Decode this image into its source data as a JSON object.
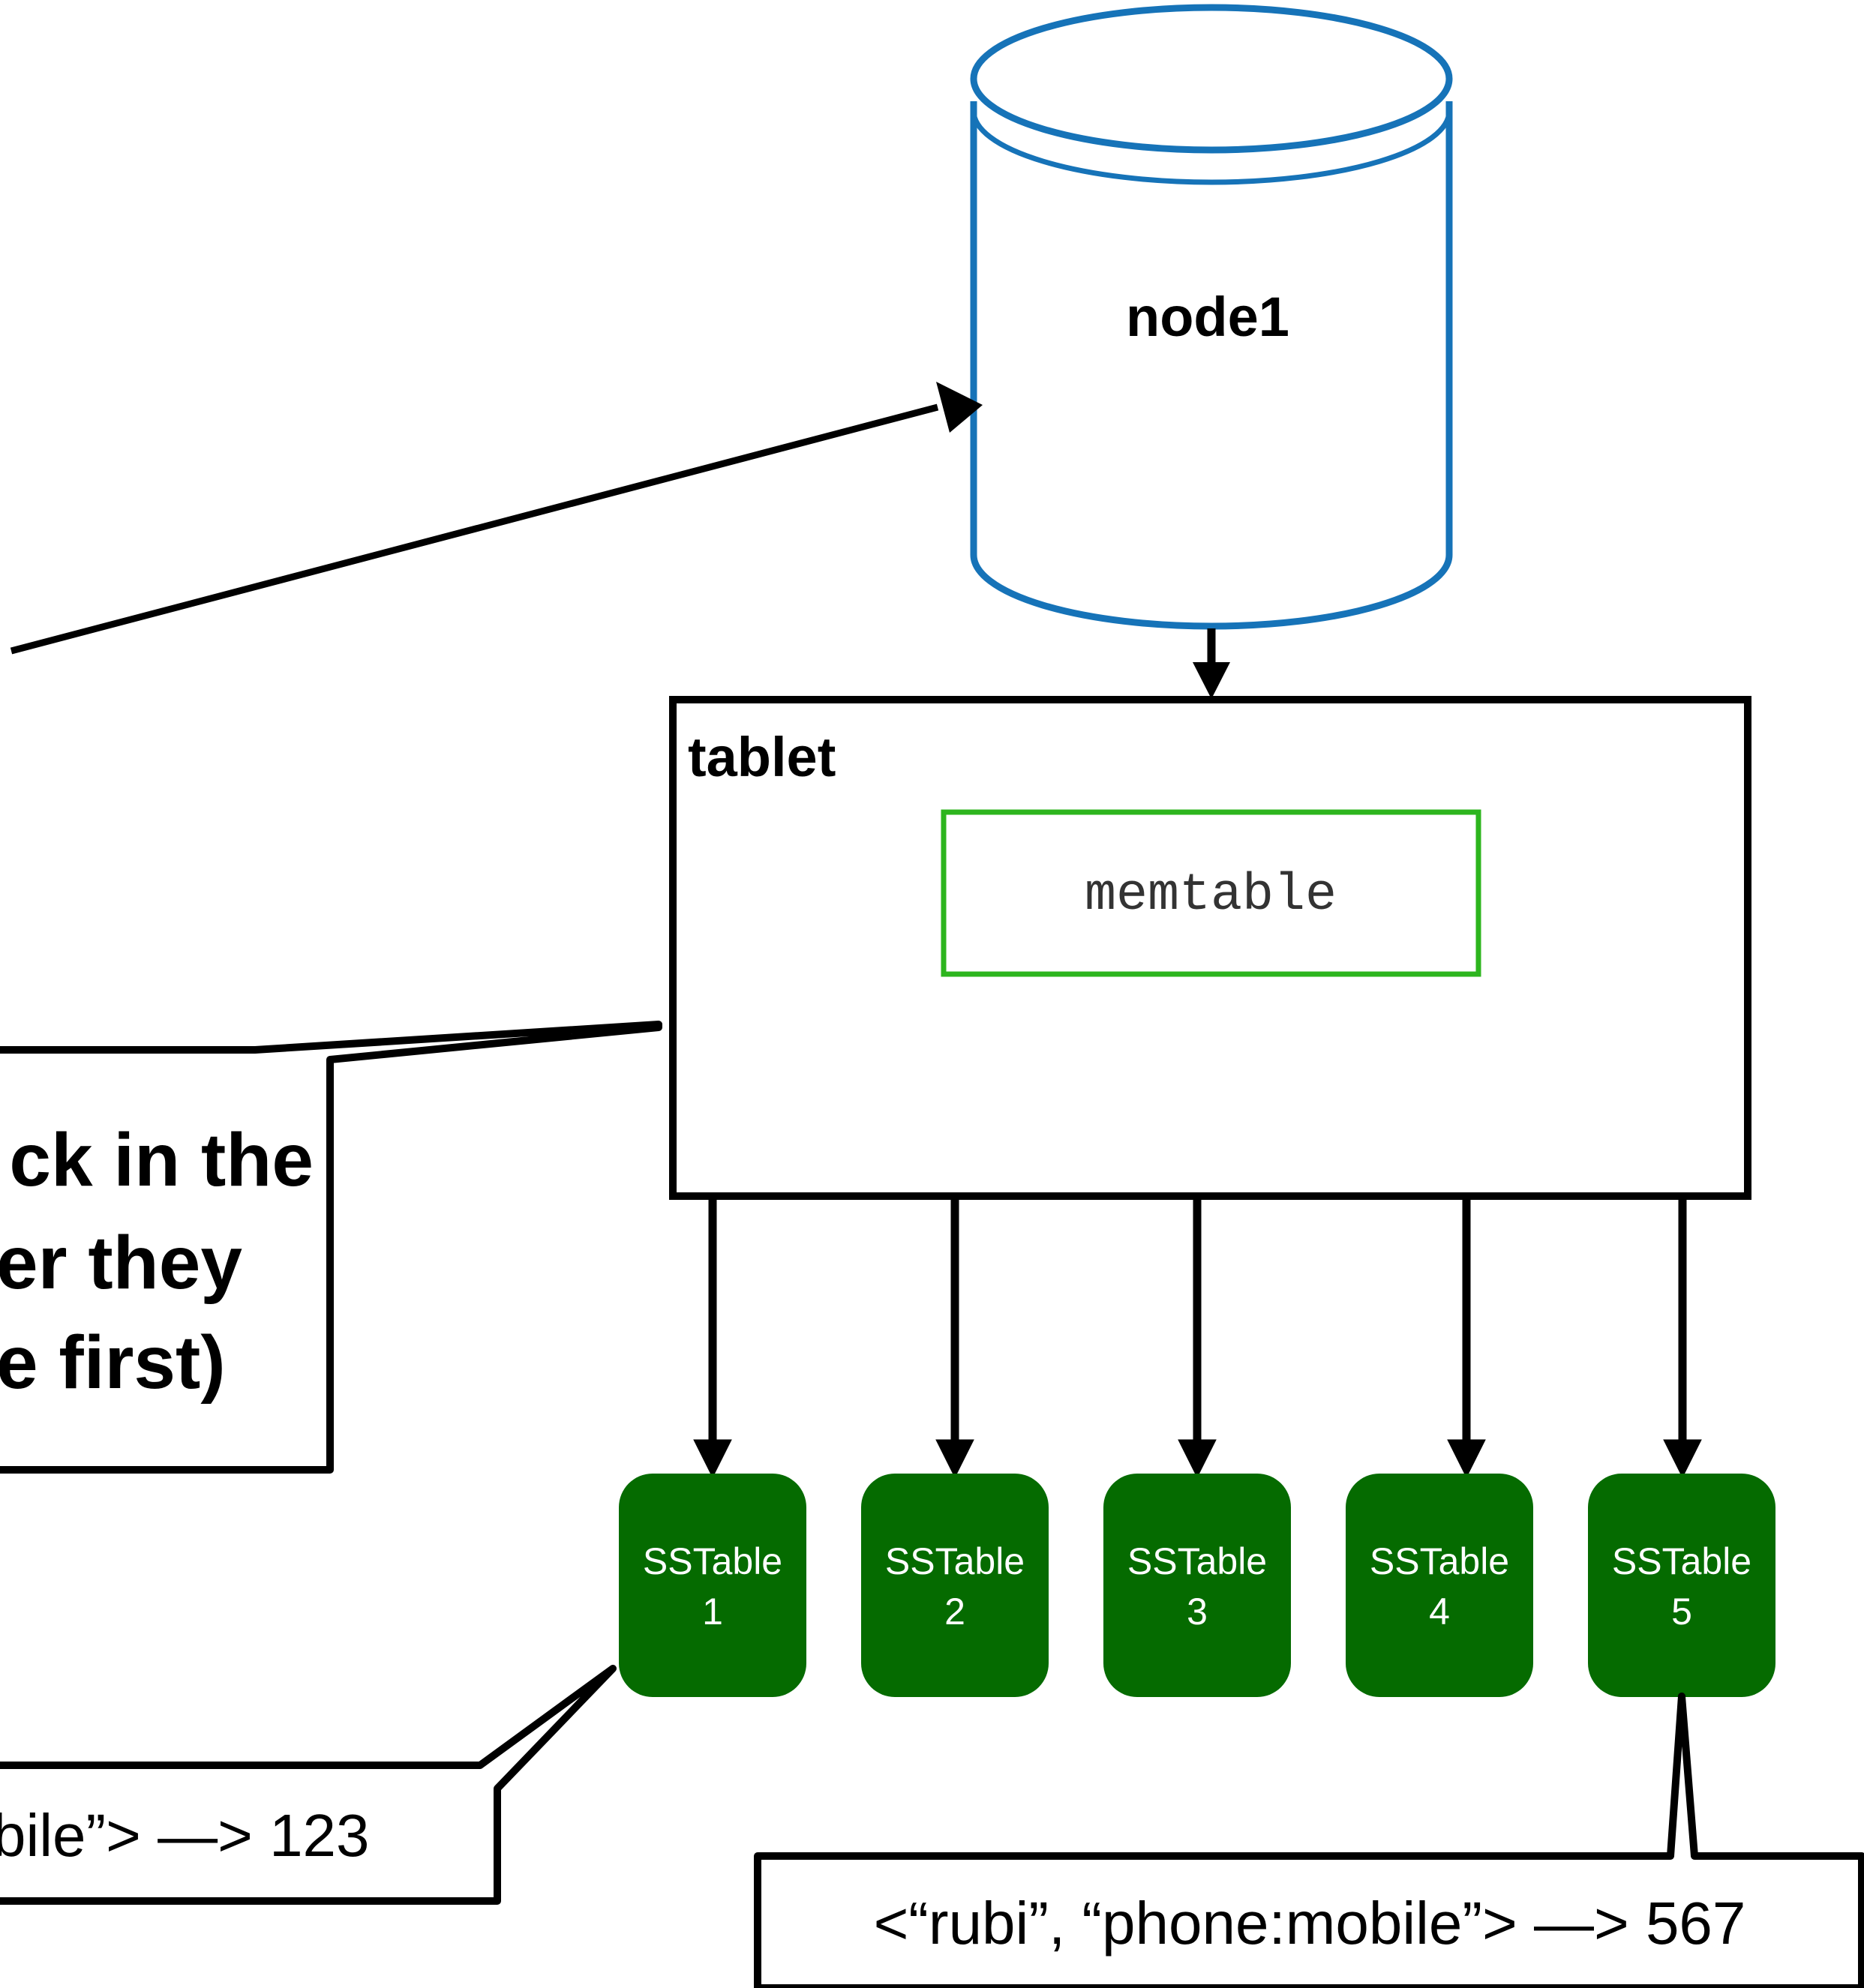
{
  "node": {
    "label": "node1"
  },
  "tablet": {
    "label": "tablet",
    "memtable_label": "memtable"
  },
  "sstables": [
    {
      "line1": "SSTable",
      "line2": "1"
    },
    {
      "line1": "SSTable",
      "line2": "2"
    },
    {
      "line1": "SSTable",
      "line2": "3"
    },
    {
      "line1": "SSTable",
      "line2": "4"
    },
    {
      "line1": "SSTable",
      "line2": "5"
    }
  ],
  "callouts": {
    "order_note": {
      "line1": "ck in the",
      "line2": "er they",
      "line3": "e first)"
    },
    "sstable1_entry": "bile”> —> 123",
    "sstable5_entry": "<“rubi”, “phone:mobile”> —> 567"
  },
  "colors": {
    "node_stroke": "#1673b8",
    "memtable_stroke": "#2db51e",
    "sstable_fill": "#056b00",
    "line": "#000000"
  }
}
